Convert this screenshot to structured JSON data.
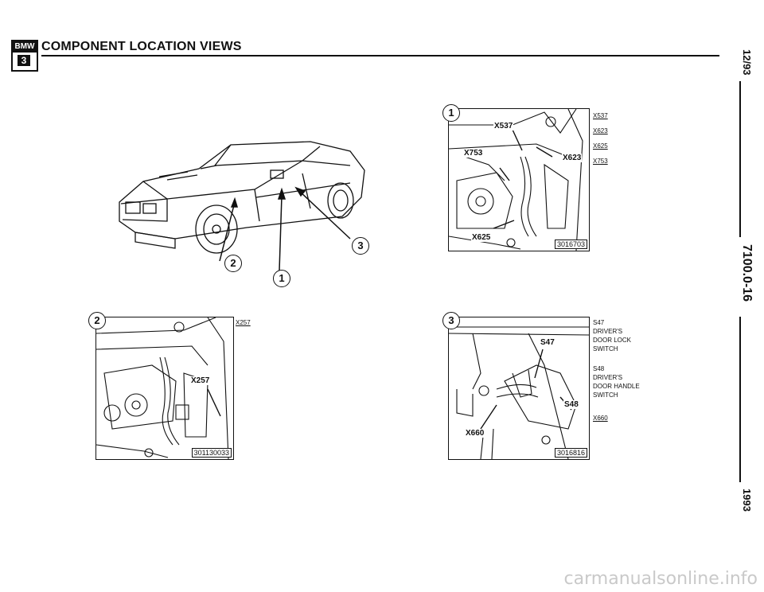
{
  "header": {
    "logo_brand": "BMW",
    "logo_series": "3",
    "title": "COMPONENT LOCATION VIEWS"
  },
  "side": {
    "date": "12/93",
    "doc_number": "7100.0-16",
    "year": "1993"
  },
  "car_view": {
    "callouts": [
      "1",
      "2",
      "3"
    ]
  },
  "view1": {
    "number": "1",
    "labels": [
      "X537",
      "X753",
      "X623",
      "X625"
    ],
    "legend": [
      "X537",
      "X623",
      "X625",
      "X753"
    ],
    "ref": "3016703"
  },
  "view2": {
    "number": "2",
    "labels": [
      "X257"
    ],
    "legend": [
      "X257"
    ],
    "ref": "301130033"
  },
  "view3": {
    "number": "3",
    "labels": [
      "S47",
      "S48",
      "X660"
    ],
    "legend_s47": [
      "S47",
      "DRIVER'S",
      "DOOR LOCK",
      "SWITCH"
    ],
    "legend_s48": [
      "S48",
      "DRIVER'S",
      "DOOR HANDLE",
      "SWITCH"
    ],
    "legend_x660": "X660",
    "ref": "3016816"
  },
  "watermark": "carmanualsonline.info"
}
